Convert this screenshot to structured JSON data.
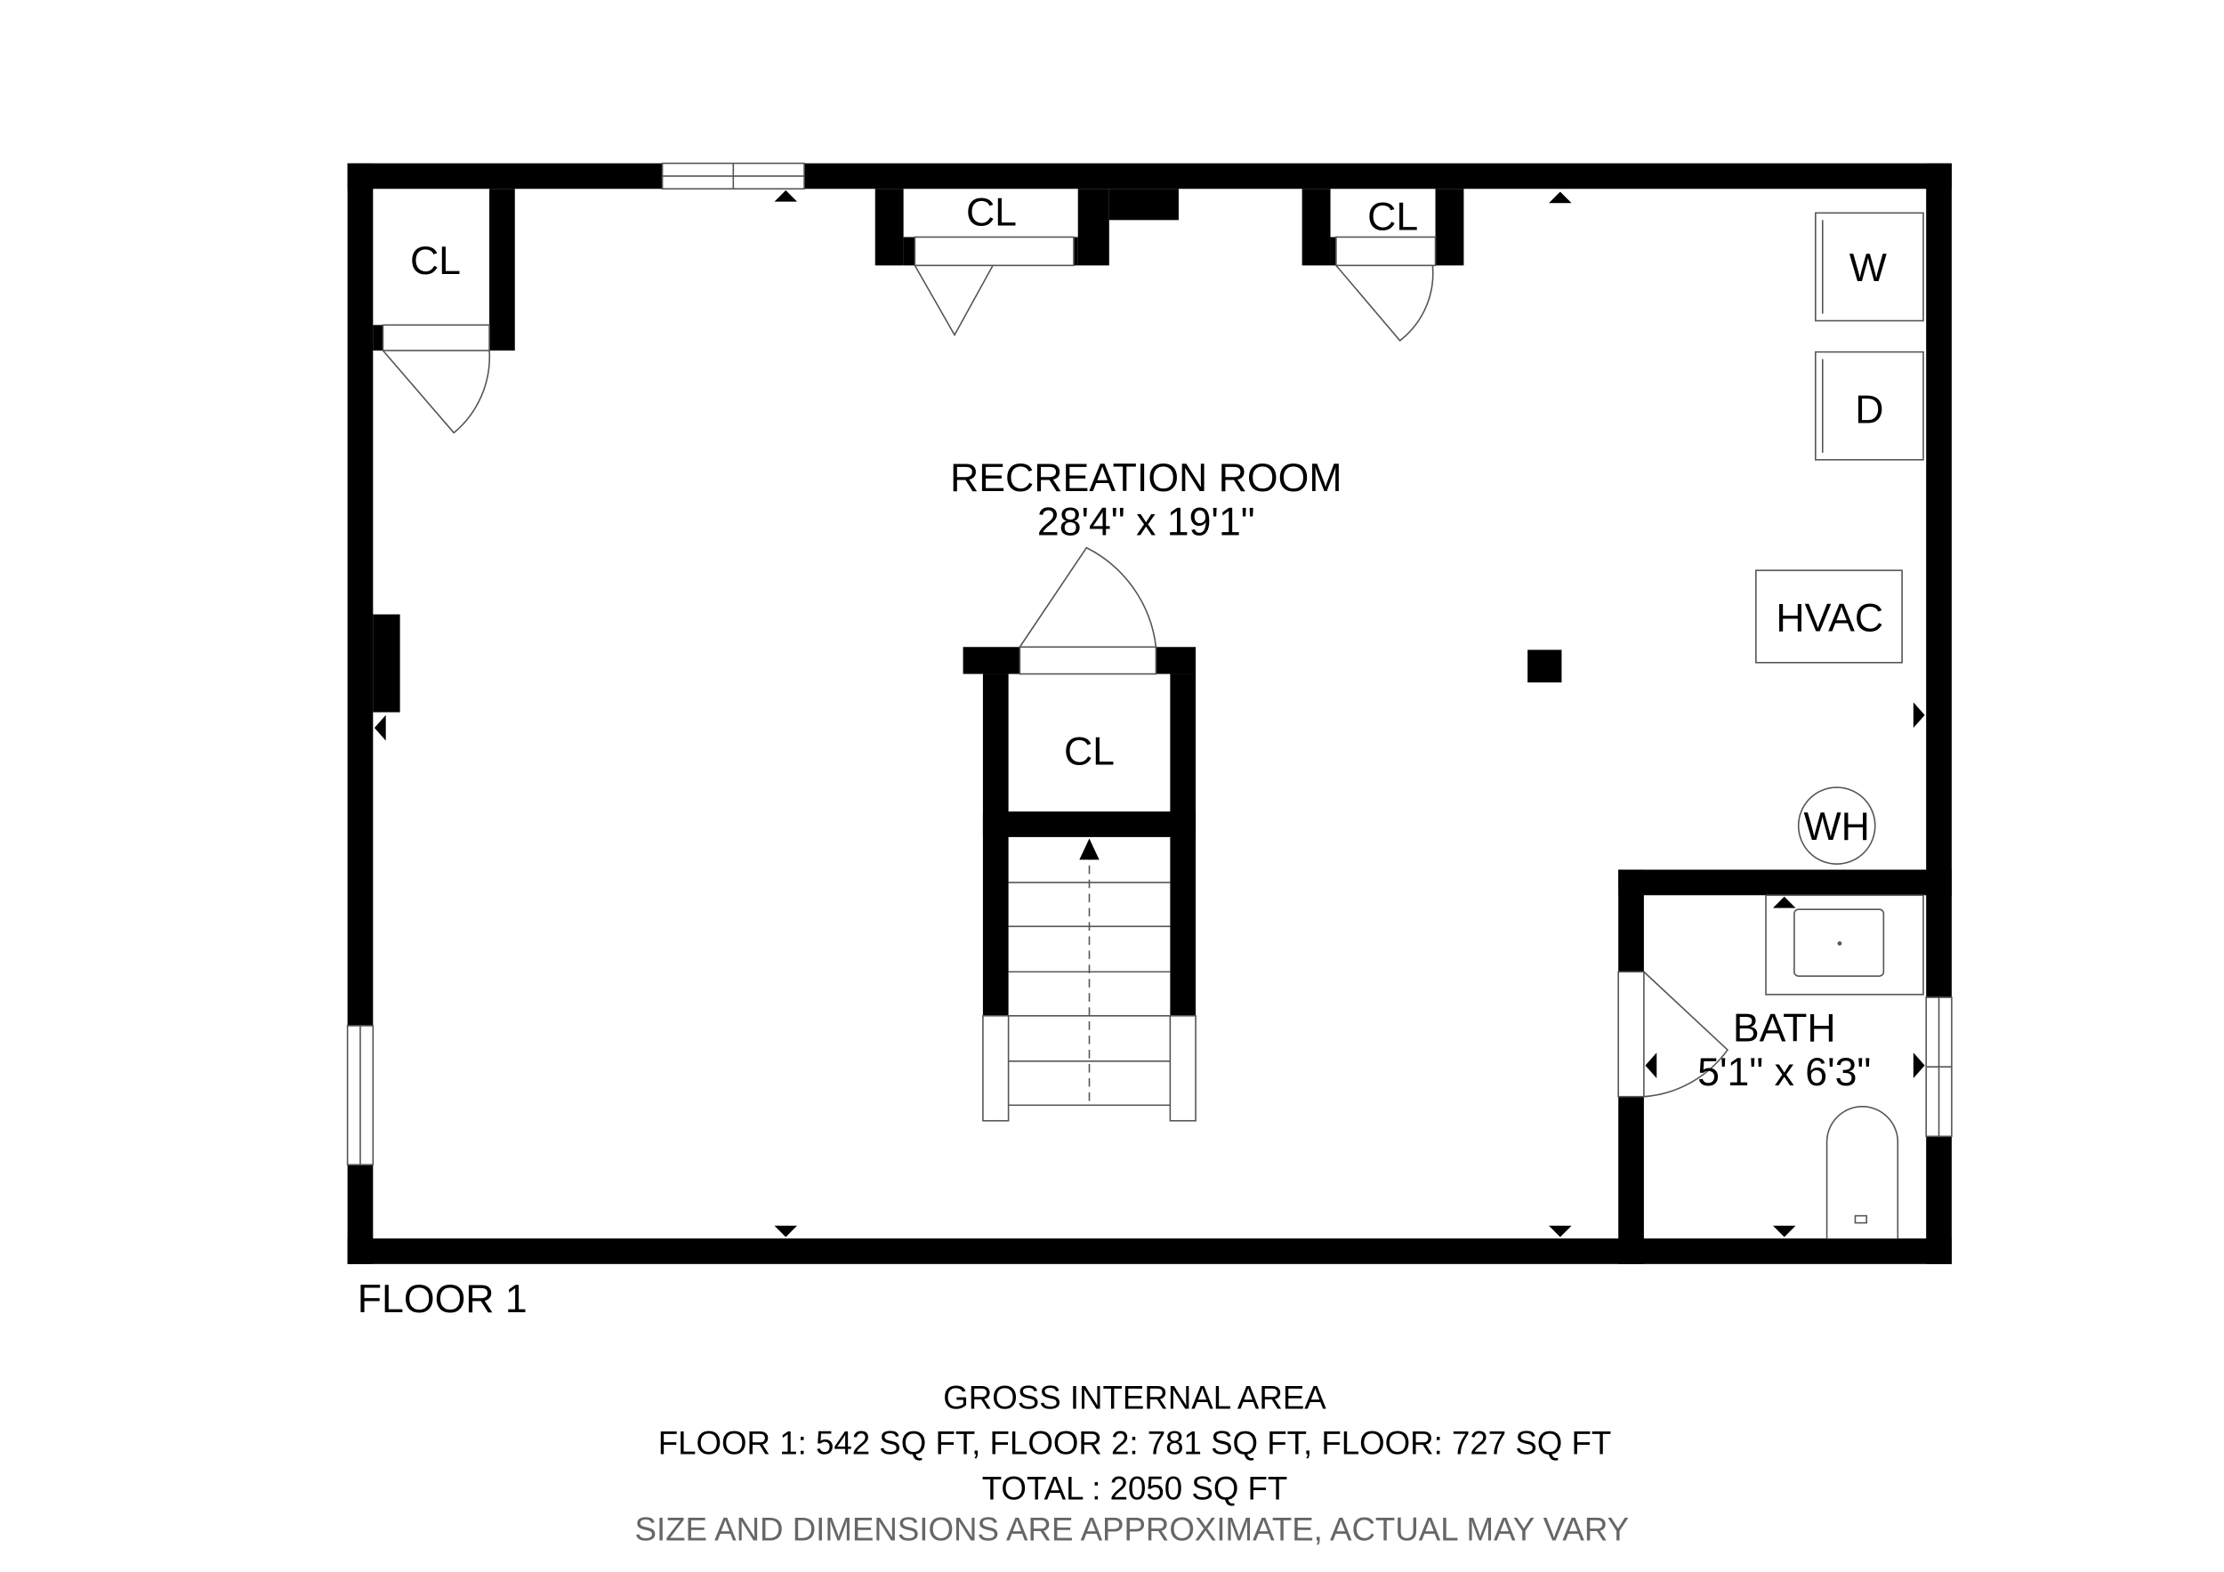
{
  "floor_label": "FLOOR 1",
  "rooms": {
    "recreation": {
      "name": "RECREATION ROOM",
      "size": "28'4\" x 19'1\""
    },
    "bath": {
      "name": "BATH",
      "size": "5'1\" x 6'3\""
    },
    "closets": [
      "CL",
      "CL",
      "CL",
      "CL"
    ],
    "fixtures": {
      "washer": "W",
      "dryer": "D",
      "hvac": "HVAC",
      "water_heater": "WH"
    }
  },
  "footer": {
    "title": "GROSS INTERNAL AREA",
    "areas": "FLOOR 1: 542 SQ FT, FLOOR 2: 781 SQ FT, FLOOR: 727 SQ FT",
    "total": "TOTAL : 2050 SQ FT",
    "disclaimer": "SIZE AND DIMENSIONS ARE APPROXIMATE, ACTUAL MAY VARY"
  },
  "colors": {
    "walls": "#000000",
    "disclaimer": "#666666"
  }
}
